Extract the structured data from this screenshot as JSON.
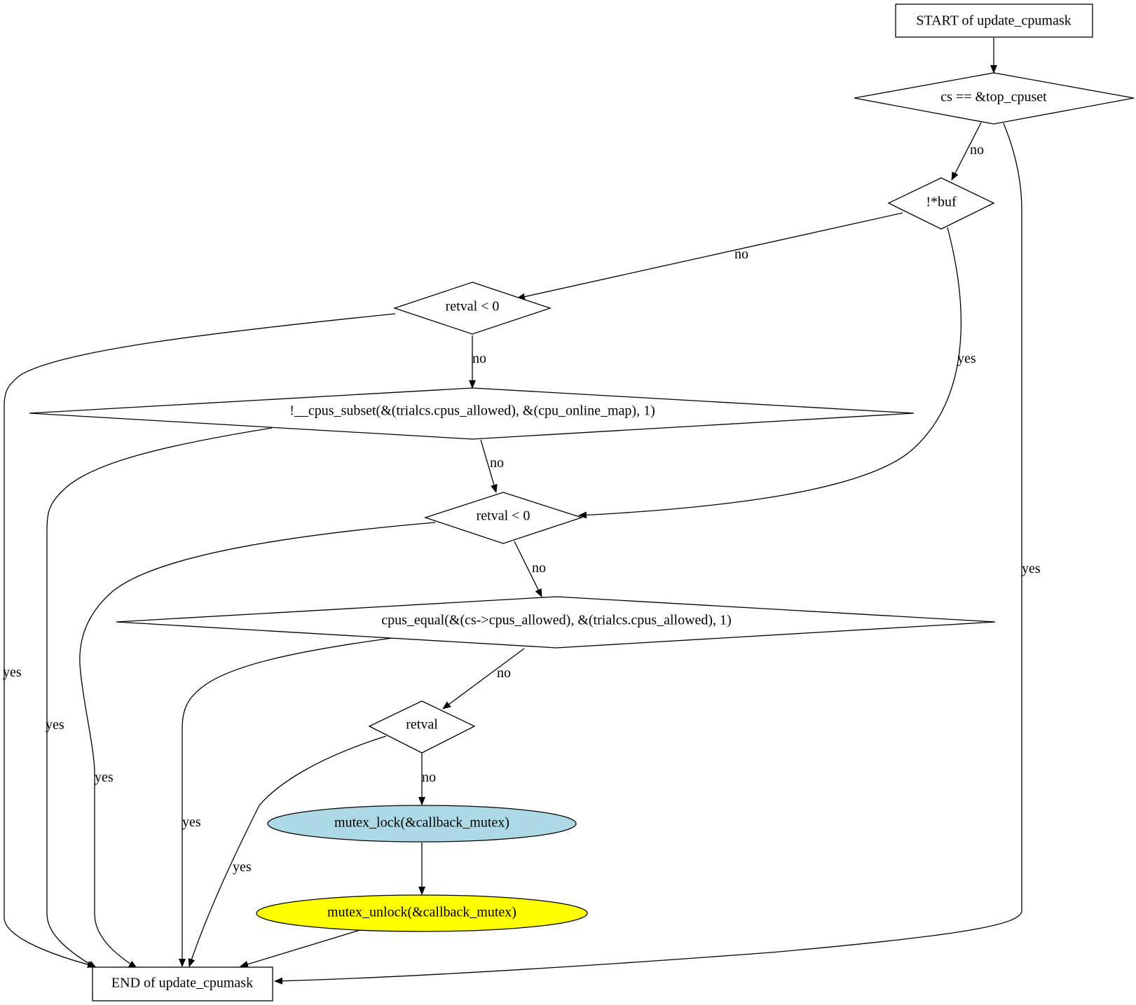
{
  "nodes": {
    "start": {
      "label": "START of update_cpumask",
      "shape": "box",
      "fill": "#ffffff"
    },
    "check_top": {
      "label": "cs == &top_cpuset",
      "shape": "diamond",
      "fill": "#ffffff"
    },
    "check_buf": {
      "label": "!*buf",
      "shape": "diamond",
      "fill": "#ffffff"
    },
    "retval_1": {
      "label": "retval < 0",
      "shape": "diamond",
      "fill": "#ffffff"
    },
    "cpus_subset": {
      "label": "!__cpus_subset(&(trialcs.cpus_allowed), &(cpu_online_map), 1)",
      "shape": "diamond",
      "fill": "#ffffff"
    },
    "retval_2": {
      "label": "retval < 0",
      "shape": "diamond",
      "fill": "#ffffff"
    },
    "cpus_equal": {
      "label": "cpus_equal(&(cs->cpus_allowed), &(trialcs.cpus_allowed), 1)",
      "shape": "diamond",
      "fill": "#ffffff"
    },
    "retval_3": {
      "label": "retval",
      "shape": "diamond",
      "fill": "#ffffff"
    },
    "mutex_lock": {
      "label": "mutex_lock(&callback_mutex)",
      "shape": "ellipse",
      "fill": "#add8e6"
    },
    "mutex_unlock": {
      "label": "mutex_unlock(&callback_mutex)",
      "shape": "ellipse",
      "fill": "#ffff00"
    },
    "end": {
      "label": "END of update_cpumask",
      "shape": "box",
      "fill": "#ffffff"
    }
  },
  "edges": [
    {
      "from": "start",
      "to": "check_top",
      "label": ""
    },
    {
      "from": "check_top",
      "to": "check_buf",
      "label": "no"
    },
    {
      "from": "check_top",
      "to": "end",
      "label": "yes"
    },
    {
      "from": "check_buf",
      "to": "retval_1",
      "label": "no"
    },
    {
      "from": "check_buf",
      "to": "retval_2",
      "label": "yes"
    },
    {
      "from": "retval_1",
      "to": "cpus_subset",
      "label": "no"
    },
    {
      "from": "retval_1",
      "to": "end",
      "label": "yes"
    },
    {
      "from": "cpus_subset",
      "to": "retval_2",
      "label": "no"
    },
    {
      "from": "cpus_subset",
      "to": "end",
      "label": "yes"
    },
    {
      "from": "retval_2",
      "to": "cpus_equal",
      "label": "no"
    },
    {
      "from": "retval_2",
      "to": "end",
      "label": "yes"
    },
    {
      "from": "cpus_equal",
      "to": "retval_3",
      "label": "no"
    },
    {
      "from": "cpus_equal",
      "to": "end",
      "label": "yes"
    },
    {
      "from": "retval_3",
      "to": "mutex_lock",
      "label": "no"
    },
    {
      "from": "retval_3",
      "to": "end",
      "label": "yes"
    },
    {
      "from": "mutex_lock",
      "to": "mutex_unlock",
      "label": ""
    },
    {
      "from": "mutex_unlock",
      "to": "end",
      "label": ""
    }
  ]
}
